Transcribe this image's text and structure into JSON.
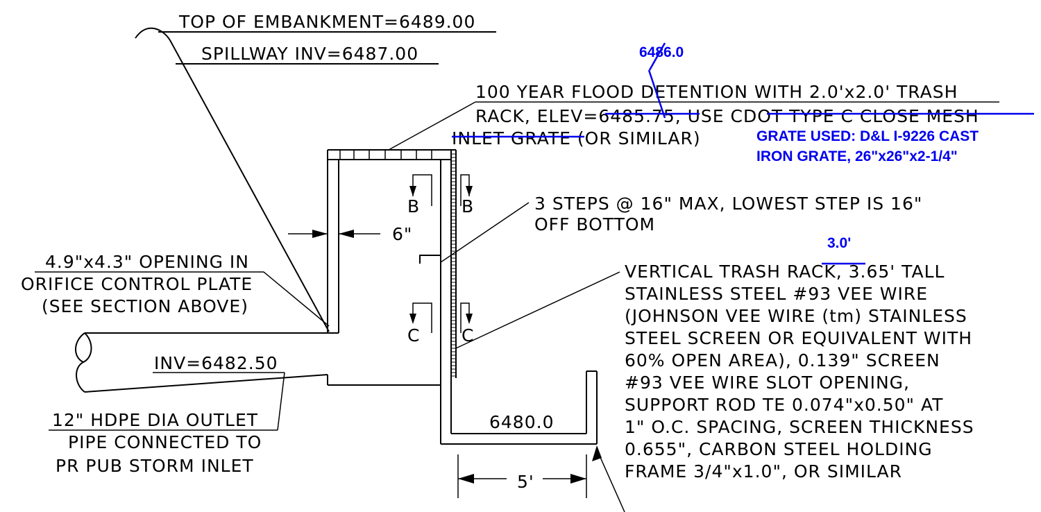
{
  "labels": {
    "top_embankment": "TOP OF EMBANKMENT=6489.00",
    "spillway_inv": "SPILLWAY INV=6487.00",
    "flood_line1": "100 YEAR FLOOD DETENTION WITH 2.0'x2.0' TRASH",
    "flood_line2_a": "RACK, ELEV=",
    "flood_line2_struck": "6485.75",
    "flood_line2_b": ", USE ",
    "flood_line2_struck2": "CDOT TYPE C CLOSE MESH",
    "flood_line3_struck": "INLET GRATE",
    "flood_line3_b": " (OR SIMILAR)",
    "steps_line1": "3 STEPS @ 16\" MAX, LOWEST STEP IS 16\"",
    "steps_line2": "OFF BOTTOM",
    "wall_dim": "6\"",
    "opening_line1": "4.9\"x4.3\" OPENING IN",
    "opening_line2": "ORIFICE CONTROL PLATE",
    "opening_line3": "(SEE SECTION ABOVE)",
    "invert": "INV=6482.50",
    "outlet_line1": "12\" HDPE DIA OUTLET",
    "outlet_line2": "PIPE CONNECTED TO",
    "outlet_line3": "PR PUB STORM INLET",
    "bottom_elev": "6480.0",
    "width_dim": "5'",
    "section_b_left": "B",
    "section_b_right": "B",
    "section_c_left": "C",
    "section_c_right": "C",
    "rack_line1_a": "VERTICAL TRASH RACK, ",
    "rack_line1_struck": "3.65'",
    "rack_line1_b": " TALL",
    "rack_line2": "STAINLESS STEEL #93 VEE WIRE",
    "rack_line3": "(JOHNSON VEE WIRE (tm) STAINLESS",
    "rack_line4": "STEEL SCREEN OR EQUIVALENT WITH",
    "rack_line5": "60% OPEN AREA), 0.139\" SCREEN",
    "rack_line6": "#93 VEE WIRE SLOT OPENING,",
    "rack_line7": "SUPPORT ROD TE 0.074\"x0.50\" AT",
    "rack_line8": "1\" O.C. SPACING, SCREEN THICKNESS",
    "rack_line9": "0.655\", CARBON STEEL HOLDING",
    "rack_line10": "FRAME 3/4\"x1.0\", OR SIMILAR"
  },
  "revisions": {
    "flood_elev": "6486.0",
    "grate_line1": "GRATE USED: D&L I-9226 CAST",
    "grate_line2": "IRON GRATE, 26\"x26\"x2-1/4\"",
    "rack_height": "3.0'"
  },
  "colors": {
    "linework": "#000000",
    "revision": "#0000ee",
    "background": "#ffffff"
  }
}
